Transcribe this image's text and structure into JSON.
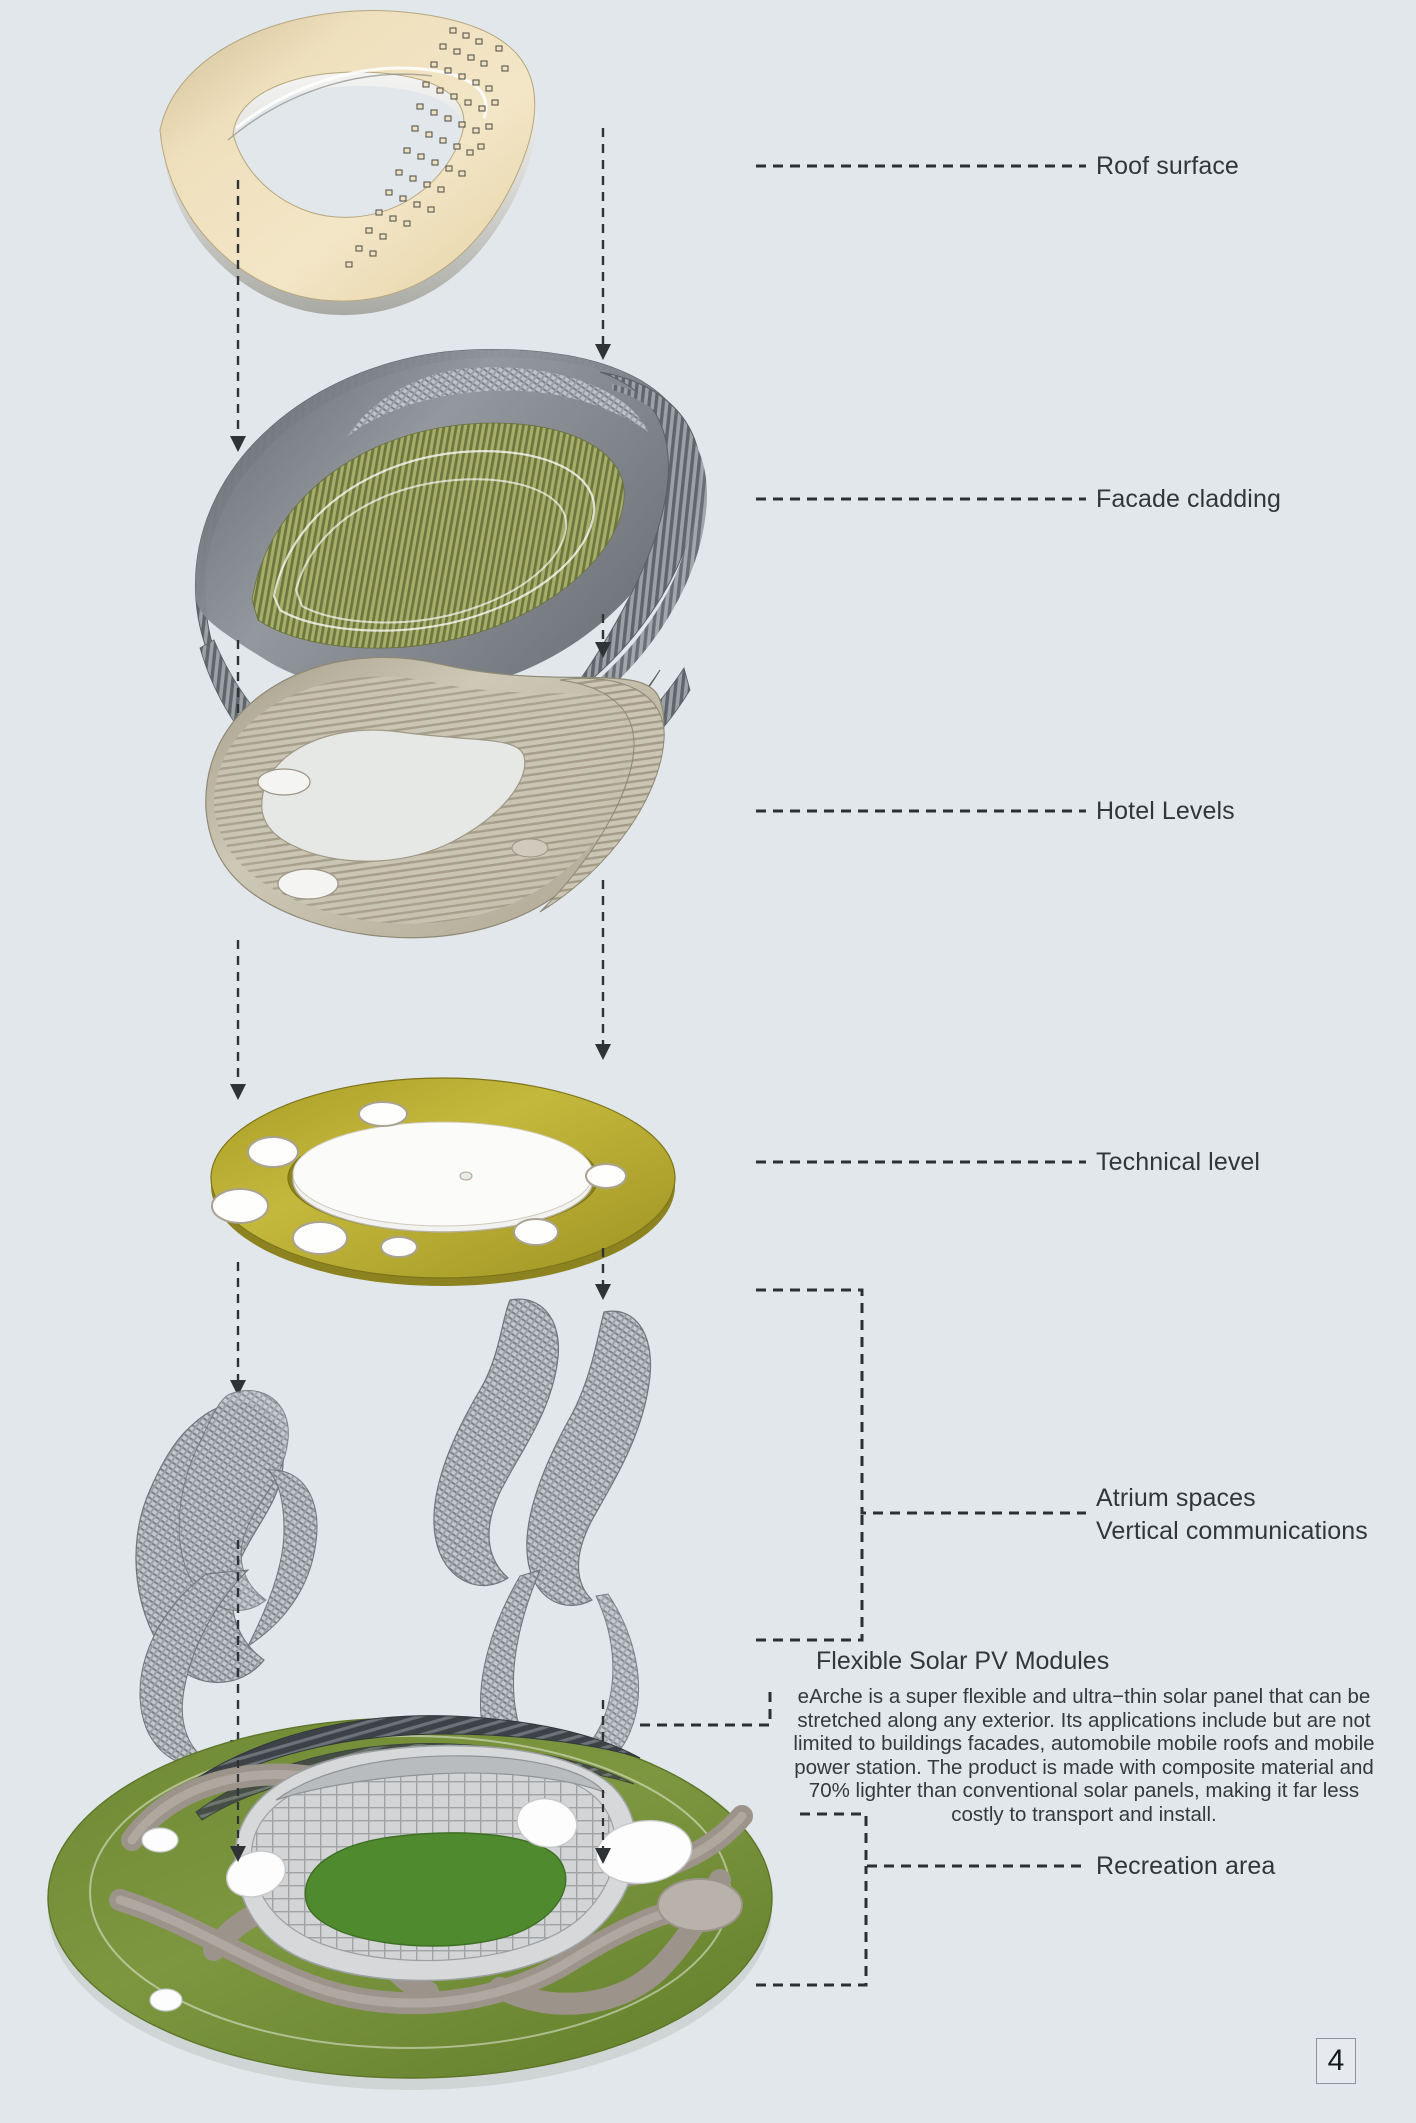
{
  "page": {
    "background_color": "#e2e7eb",
    "number": "4"
  },
  "diagram": {
    "title_hidden": "",
    "type": "exploded axonometric building layer diagram"
  },
  "layers": [
    {
      "id": "roof-surface",
      "label": "Roof surface",
      "color": "#e8d6ae"
    },
    {
      "id": "facade-cladding",
      "label": "Facade cladding",
      "color": "#7d8288"
    },
    {
      "id": "hotel-levels",
      "label": "Hotel Levels",
      "color": "#c3bda9"
    },
    {
      "id": "technical-level",
      "label": "Technical level",
      "color": "#b3a72f"
    },
    {
      "id": "atrium-spaces",
      "label": "Atrium spaces",
      "label2": "Vertical communications",
      "color": "#9a9fa4"
    },
    {
      "id": "recreation-area",
      "label": "Recreation area",
      "color": "#76903a"
    }
  ],
  "callout": {
    "title": "Flexible Solar PV Modules",
    "body": "eArche is a super flexible and ultra−thin solar panel that can be stretched along any exterior. Its applications include but are not limited to buildings facades, automobile mobile roofs and mobile power station. The product is made with composite material and 70% lighter than conventional solar panels, making it far less costly to transport and install."
  }
}
